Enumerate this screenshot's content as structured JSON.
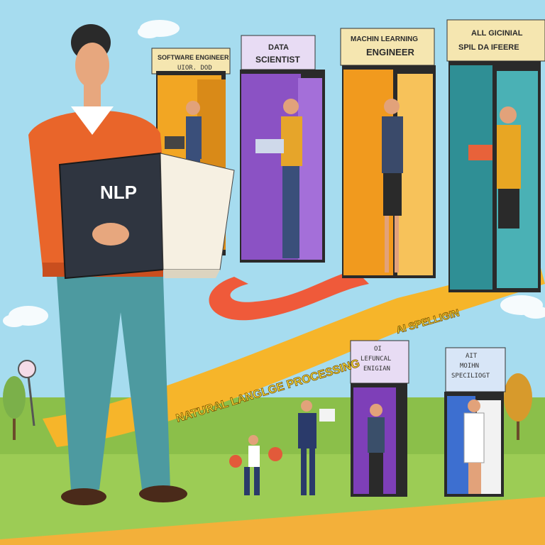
{
  "book": {
    "title": "NLP"
  },
  "doors": [
    {
      "sign_line1": "SOFTWARE ENGINEER",
      "sign_line2": "UIOR. DOD",
      "color": "#f2a623"
    },
    {
      "sign_line1": "DATA",
      "sign_line2": "SCIENTIST",
      "color": "#8b52c4"
    },
    {
      "sign_line1": "MACHIN LEARNING",
      "sign_line2": "ENGINEER",
      "color": "#f19a1e"
    },
    {
      "sign_line1": "ALL GICINIAL",
      "sign_line2": "SPIL DA IFEERE",
      "color": "#2f8f95"
    },
    {
      "sign_line1": "OI",
      "sign_line2": "LEFUNCAL",
      "sign_line3": "ENIGIAN",
      "color": "#7e3fb8"
    },
    {
      "sign_line1": "AIT",
      "sign_line2": "MOIHN",
      "sign_line3": "SPECILIOGT",
      "color": "#3d6fd0"
    }
  ],
  "path_text": {
    "main": "NATURAL LANGLGE PROCESSING",
    "branch": "AI SPELLIGIN"
  },
  "colors": {
    "sky": "#9fd9ee",
    "ground": "#8bbf4a",
    "path": "#f6b52a",
    "path_red": "#ef5a3a",
    "sweater": "#e9652a",
    "pants": "#4d9aa0"
  }
}
